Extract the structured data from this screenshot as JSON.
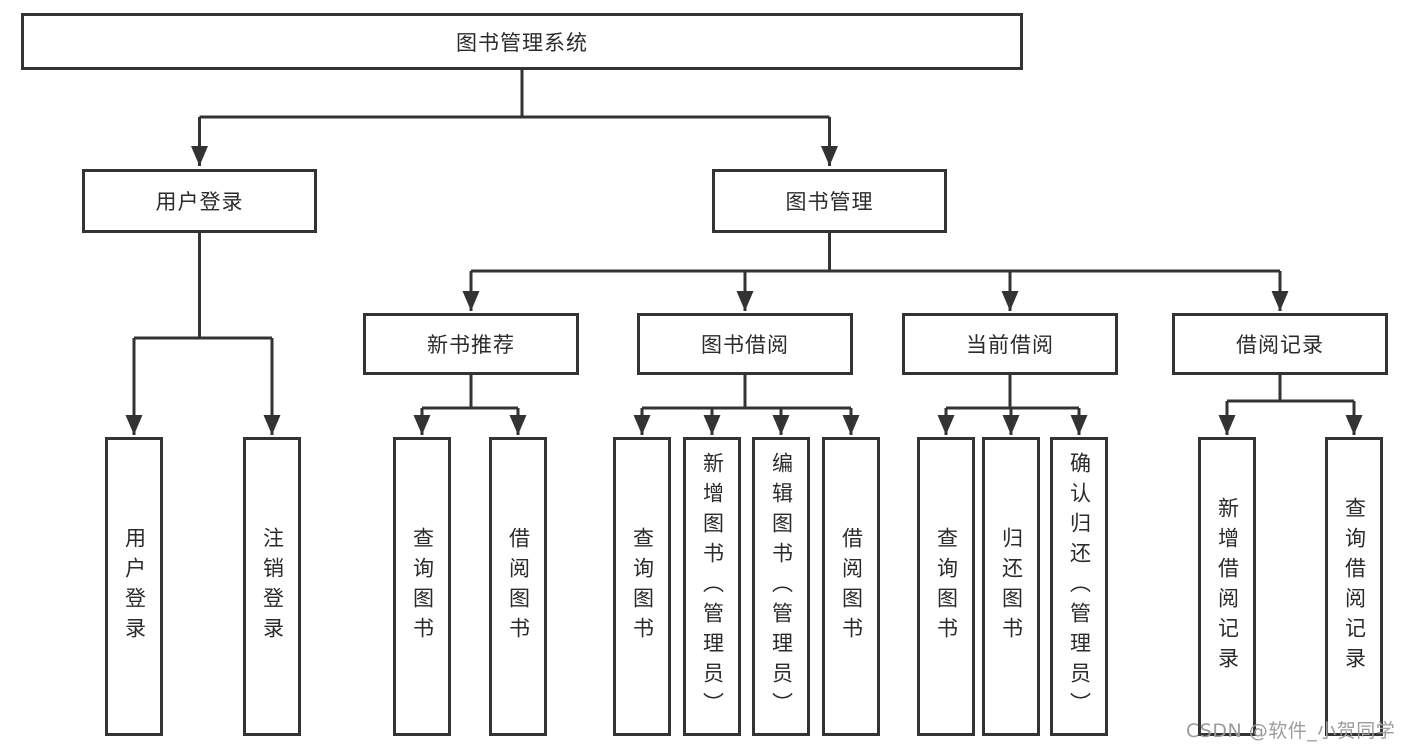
{
  "tree": {
    "root": {
      "label": "图书管理系统"
    },
    "level2": [
      {
        "label": "用户登录",
        "leaves": [
          {
            "label": "用户登录"
          },
          {
            "label": "注销登录"
          }
        ]
      },
      {
        "label": "图书管理",
        "groups": [
          {
            "label": "新书推荐",
            "leaves": [
              {
                "label": "查询图书"
              },
              {
                "label": "借阅图书"
              }
            ]
          },
          {
            "label": "图书借阅",
            "leaves": [
              {
                "label": "查询图书"
              },
              {
                "label": "新增图书（管理员）"
              },
              {
                "label": "编辑图书（管理员）"
              },
              {
                "label": "借阅图书"
              }
            ]
          },
          {
            "label": "当前借阅",
            "leaves": [
              {
                "label": "查询图书"
              },
              {
                "label": "归还图书"
              },
              {
                "label": "确认归还（管理员）"
              }
            ]
          },
          {
            "label": "借阅记录",
            "leaves": [
              {
                "label": "新增借阅记录"
              },
              {
                "label": "查询借阅记录"
              }
            ]
          }
        ]
      }
    ]
  },
  "watermark": {
    "text": "CSDN @软件_小贺同学"
  },
  "colors": {
    "line": "#333333",
    "box_border": "#333333",
    "text": "#2b2b2b",
    "watermark": "#9c9c9c",
    "background": "#ffffff"
  }
}
